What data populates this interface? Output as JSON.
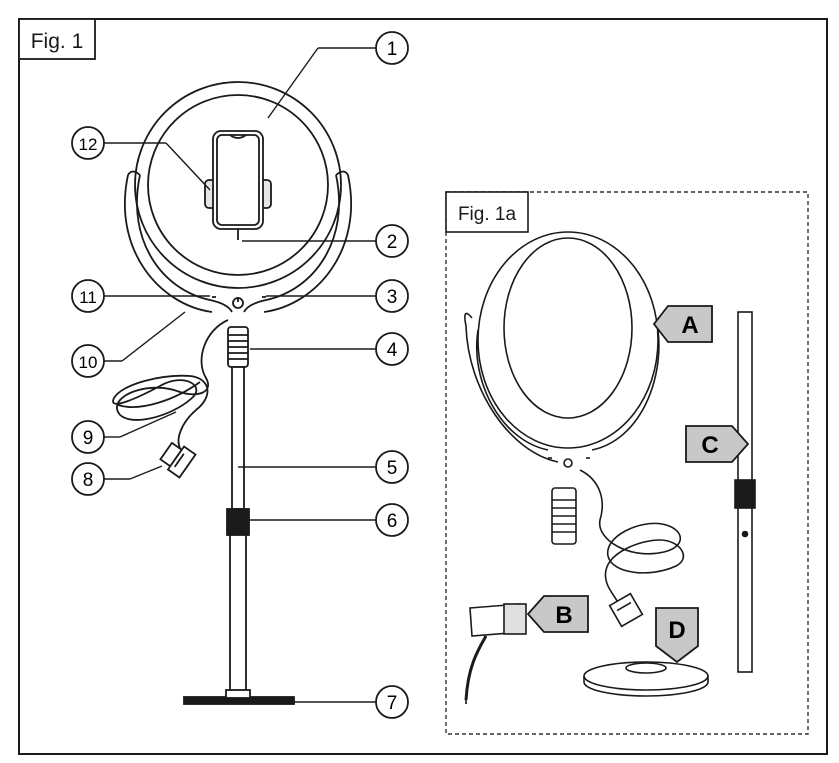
{
  "figure_label": "Fig. 1",
  "subfigure_label": "Fig. 1a",
  "callouts": [
    "1",
    "2",
    "3",
    "4",
    "5",
    "6",
    "7",
    "8",
    "9",
    "10",
    "11",
    "12"
  ],
  "parts": [
    "A",
    "B",
    "C",
    "D"
  ],
  "colors": {
    "line": "#1a1a1a",
    "part_fill": "#c8c8c8",
    "dashed": "#333333",
    "background": "#ffffff"
  }
}
